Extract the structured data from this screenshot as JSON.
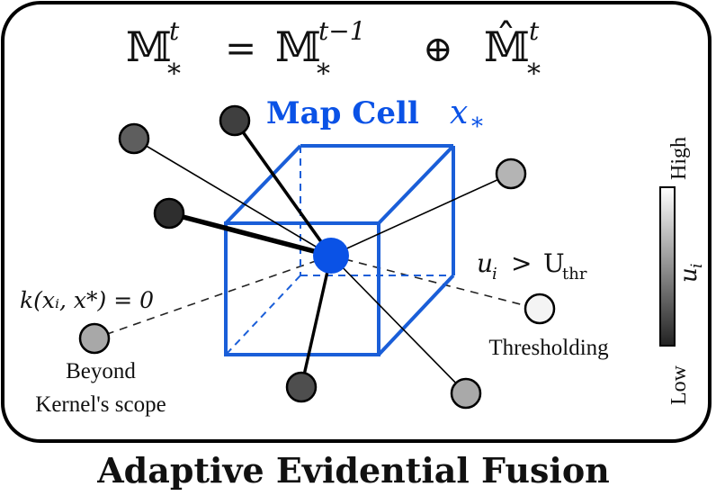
{
  "formula": {
    "lhs_base": "𝕄",
    "lhs_sup": "t",
    "lhs_sub": "*",
    "equals": "=",
    "rhs1_base": "𝕄",
    "rhs1_sup": "t−1",
    "rhs1_sub": "*",
    "oplus": "⊕",
    "rhs2_base": "𝕄̂",
    "rhs2_sup": "t",
    "rhs2_sub": "*"
  },
  "cell_label": {
    "text": "Map Cell",
    "var": "x",
    "sub": "*"
  },
  "kernel_label": "k(xᵢ, x*) = 0",
  "beyond_label_1": "Beyond",
  "beyond_label_2": "Kernel's scope",
  "threshold_expr": {
    "u": "u",
    "i": "i",
    "gt": ">",
    "U": "U",
    "thr": "thr"
  },
  "threshold_label": "Thresholding",
  "colorbar": {
    "high": "High",
    "low": "Low",
    "var": "u",
    "sub": "i"
  },
  "caption": "Adaptive Evidential Fusion",
  "colors": {
    "accent_blue": "#0a52e6",
    "cell_center": "#0a52e6"
  }
}
